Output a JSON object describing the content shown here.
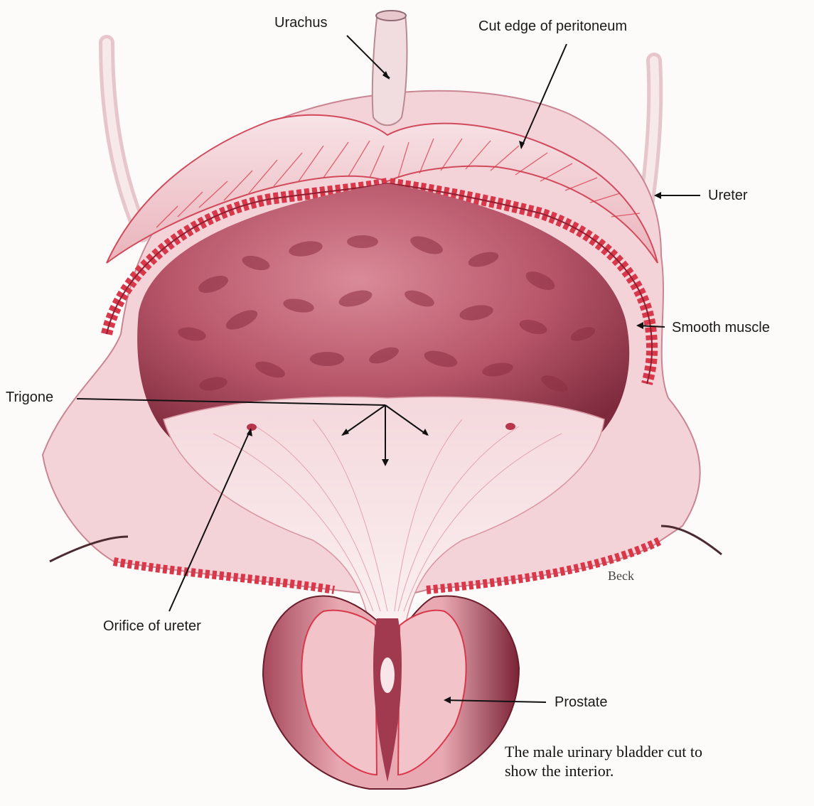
{
  "labels": {
    "urachus": "Urachus",
    "cut_edge": "Cut edge of peritoneum",
    "ureter": "Ureter",
    "smooth_muscle": "Smooth muscle",
    "trigone": "Trigone",
    "orifice": "Orifice of ureter",
    "prostate": "Prostate"
  },
  "signature": "Beck",
  "caption": {
    "line1": "The male urinary bladder cut to",
    "line2": "show the interior."
  },
  "colors": {
    "background": "#fdfbfa",
    "muscle_red": "#d9384a",
    "pale_pink": "#f6dde0",
    "lumen_dark": "#9c3a4c",
    "leader_line": "#111111"
  }
}
